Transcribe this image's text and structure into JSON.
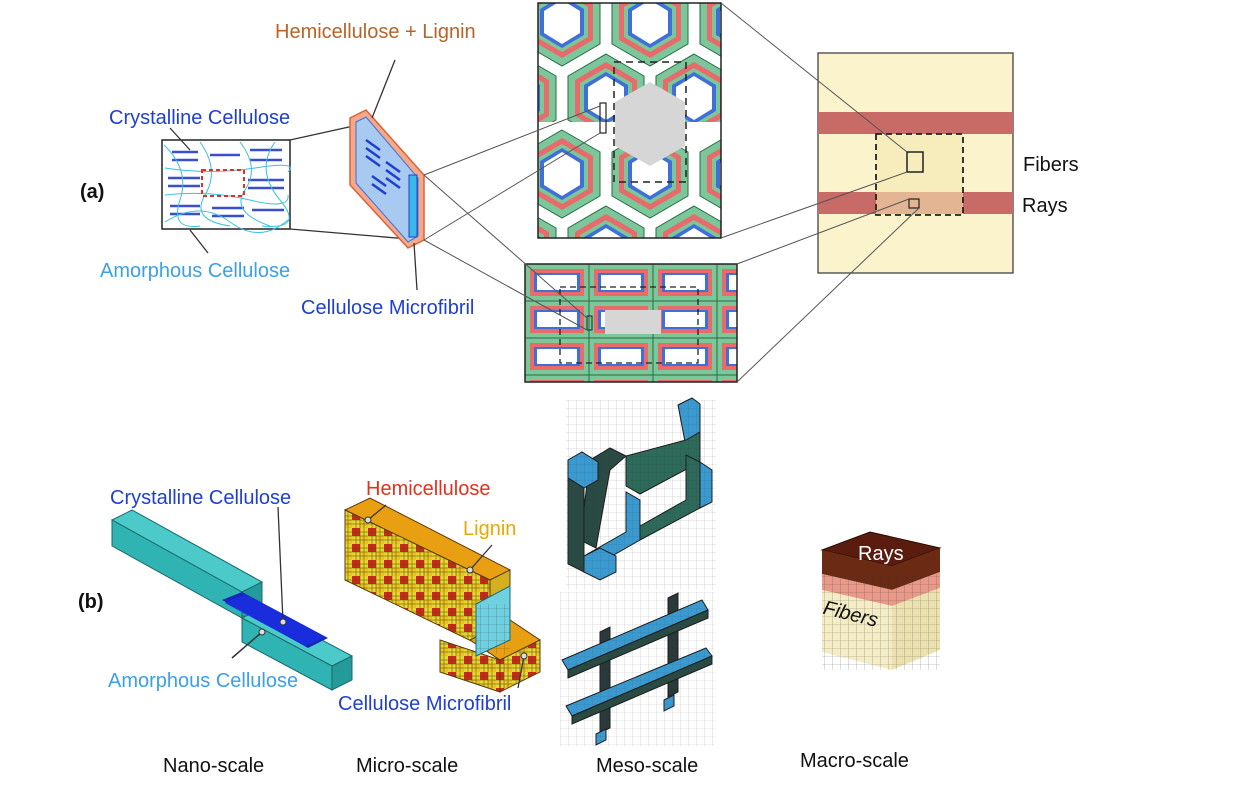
{
  "panel_a": {
    "tag": "(a)",
    "crystalline": "Crystalline Cellulose",
    "amorphous": "Amorphous Cellulose",
    "hemi_lignin": "Hemicellulose + Lignin",
    "microfibril": "Cellulose Microfibril",
    "fibers": "Fibers",
    "rays": "Rays"
  },
  "panel_b": {
    "tag": "(b)",
    "crystalline": "Crystalline Cellulose",
    "amorphous": "Amorphous Cellulose",
    "hemicellulose": "Hemicellulose",
    "lignin": "Lignin",
    "microfibril": "Cellulose Microfibril",
    "rays": "Rays",
    "fibers": "Fibers"
  },
  "scales": {
    "nano": "Nano-scale",
    "micro": "Micro-scale",
    "meso": "Meso-scale",
    "macro": "Macro-scale"
  },
  "colors": {
    "dark_blue": "#1f3fd0",
    "light_blue": "#3aa0e8",
    "cell_red": "#e86a6a",
    "cell_green": "#7cc79a",
    "cell_blue": "#3f6fd8",
    "teal": "#2fb3b3",
    "ray_band": "#c86a66",
    "macro_bg": "#fbf3cc"
  }
}
